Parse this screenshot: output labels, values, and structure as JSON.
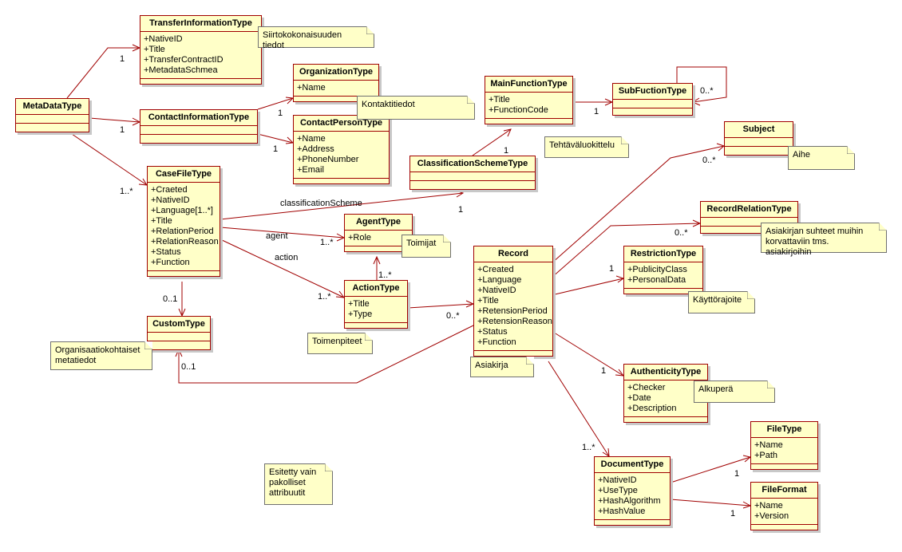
{
  "classes": {
    "transfer": {
      "name": "TransferInformationType",
      "attrs": [
        "+NativeID",
        "+Title",
        "+TransferContractID",
        "+MetadataSchmea"
      ]
    },
    "metadata": {
      "name": "MetaDataType",
      "attrs": []
    },
    "contactinfo": {
      "name": "ContactInformationType",
      "attrs": []
    },
    "organization": {
      "name": "OrganizationType",
      "attrs": [
        "+Name"
      ]
    },
    "contactperson": {
      "name": "ContactPersonType",
      "attrs": [
        "+Name",
        "+Address",
        "+PhoneNumber",
        "+Email"
      ]
    },
    "mainfunction": {
      "name": "MainFunctionType",
      "attrs": [
        "+Title",
        "+FunctionCode"
      ]
    },
    "subfunction": {
      "name": "SubFuctionType",
      "attrs": []
    },
    "classification": {
      "name": "ClassificationSchemeType",
      "attrs": []
    },
    "subject": {
      "name": "Subject",
      "attrs": []
    },
    "casefile": {
      "name": "CaseFileType",
      "attrs": [
        "+Craeted",
        "+NativeID",
        "+Language[1..*]",
        "+Title",
        "+RelationPeriod",
        "+RelationReason",
        "+Status",
        "+Function"
      ]
    },
    "agent": {
      "name": "AgentType",
      "attrs": [
        "+Role"
      ]
    },
    "record": {
      "name": "Record",
      "attrs": [
        "+Created",
        "+Language",
        "+NativeID",
        "+Title",
        "+RetensionPeriod",
        "+RetensionReason",
        "+Status",
        "+Function"
      ]
    },
    "recordrelation": {
      "name": "RecordRelationType",
      "attrs": []
    },
    "restriction": {
      "name": "RestrictionType",
      "attrs": [
        "+PublicityClass",
        "+PersonalData"
      ]
    },
    "action": {
      "name": "ActionType",
      "attrs": [
        "+Title",
        "+Type"
      ]
    },
    "custom": {
      "name": "CustomType",
      "attrs": []
    },
    "authenticity": {
      "name": "AuthenticityType",
      "attrs": [
        "+Checker",
        "+Date",
        "+Description"
      ]
    },
    "filetype": {
      "name": "FileType",
      "attrs": [
        "+Name",
        "+Path"
      ]
    },
    "document": {
      "name": "DocumentType",
      "attrs": [
        "+NativeID",
        "+UseType",
        "+HashAlgorithm",
        "+HashValue"
      ]
    },
    "fileformat": {
      "name": "FileFormat",
      "attrs": [
        "+Name",
        "+Version"
      ]
    }
  },
  "notes": {
    "siirto": "Siirtokokonaisuuden tiedot",
    "kontakti": "Kontaktitiedot",
    "tehtava": "Tehtäväluokittelu",
    "aihe": "Aihe",
    "asiakirjan": "Asiakirjan suhteet muihin\nkorvattaviin tms. asiakirjoihin",
    "toimijat": "Toimijat",
    "kayttorajoite": "Käyttörajoite",
    "toimenpiteet": "Toimenpiteet",
    "organisaatio": "Organisaatiokohtaiset\nmetatiedot",
    "asiakirja": "Asiakirja",
    "alkupera": "Alkuperä",
    "esitetty": "Esitetty vain\npakolliset\nattribuutit"
  },
  "edge_labels": {
    "transfer_mult": "1",
    "contactinfo_mult": "1",
    "organization_mult": "1",
    "contactperson_mult": "1",
    "casefile_mult": "1..*",
    "mainfunction_mult": "1",
    "subfunction_mult": "1",
    "subfunction_self_mult": "0..*",
    "classification_mult": "1",
    "classification_role": "classificationScheme",
    "subject_mult": "0..*",
    "agent_role": "agent",
    "agent_mult": "1..*",
    "action_role": "action",
    "action_mult": "1..*",
    "action_agent_mult": "1..*",
    "recordrelation_mult": "0..*",
    "restriction_mult": "1",
    "record_mult": "0..*",
    "custom_mult_casefile": "0..1",
    "custom_mult_record": "0..1",
    "authenticity_mult": "1",
    "document_mult": "1..*",
    "filetype_mult": "1",
    "fileformat_mult": "1"
  }
}
